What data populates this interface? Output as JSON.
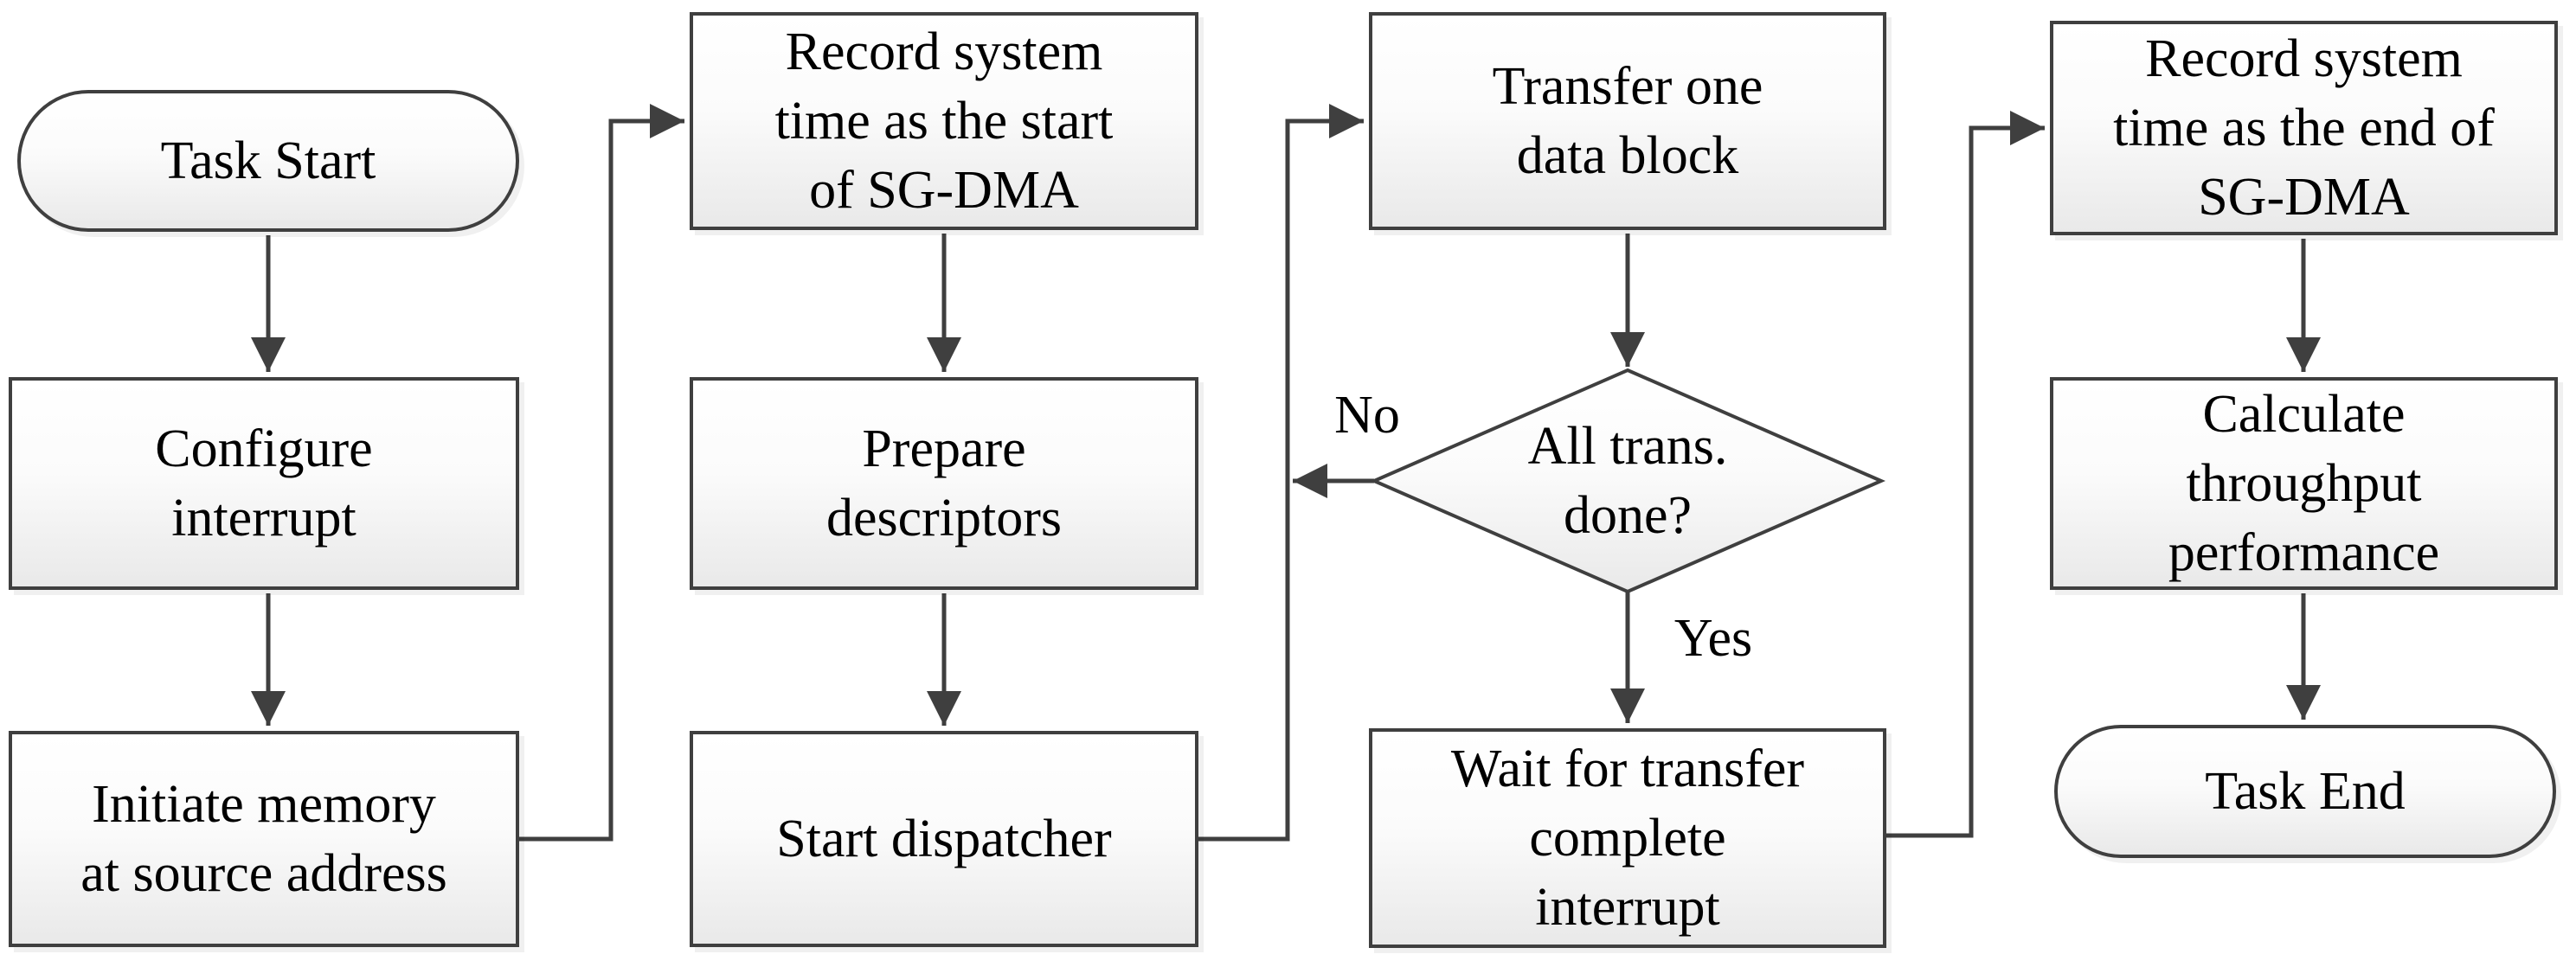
{
  "figure": {
    "type": "flowchart",
    "background": "#ffffff",
    "stroke_color": "#3f3f3f",
    "node_fill_top": "#ffffff",
    "node_fill_bottom": "#e9e9e9",
    "text_color": "#000000"
  },
  "nodes": {
    "task_start": {
      "label": "Task Start",
      "type": "terminator"
    },
    "configure_interrupt": {
      "label": "Configure\ninterrupt",
      "type": "process"
    },
    "initiate_memory": {
      "label": "Initiate memory\nat source address",
      "type": "process"
    },
    "record_start": {
      "label": "Record system\ntime as the start\nof SG-DMA",
      "type": "process"
    },
    "prepare_descriptors": {
      "label": "Prepare\ndescriptors",
      "type": "process"
    },
    "start_dispatcher": {
      "label": "Start dispatcher",
      "type": "process"
    },
    "transfer_block": {
      "label": "Transfer one\ndata block",
      "type": "process"
    },
    "all_trans_done": {
      "label": "All trans.\ndone?",
      "type": "decision"
    },
    "wait_interrupt": {
      "label": "Wait for transfer\ncomplete\ninterrupt",
      "type": "process"
    },
    "record_end": {
      "label": "Record system\ntime as the end of\nSG-DMA",
      "type": "process"
    },
    "calculate_throughput": {
      "label": "Calculate\nthroughput\nperformance",
      "type": "process"
    },
    "task_end": {
      "label": "Task End",
      "type": "terminator"
    }
  },
  "edge_labels": {
    "no": "No",
    "yes": "Yes"
  }
}
